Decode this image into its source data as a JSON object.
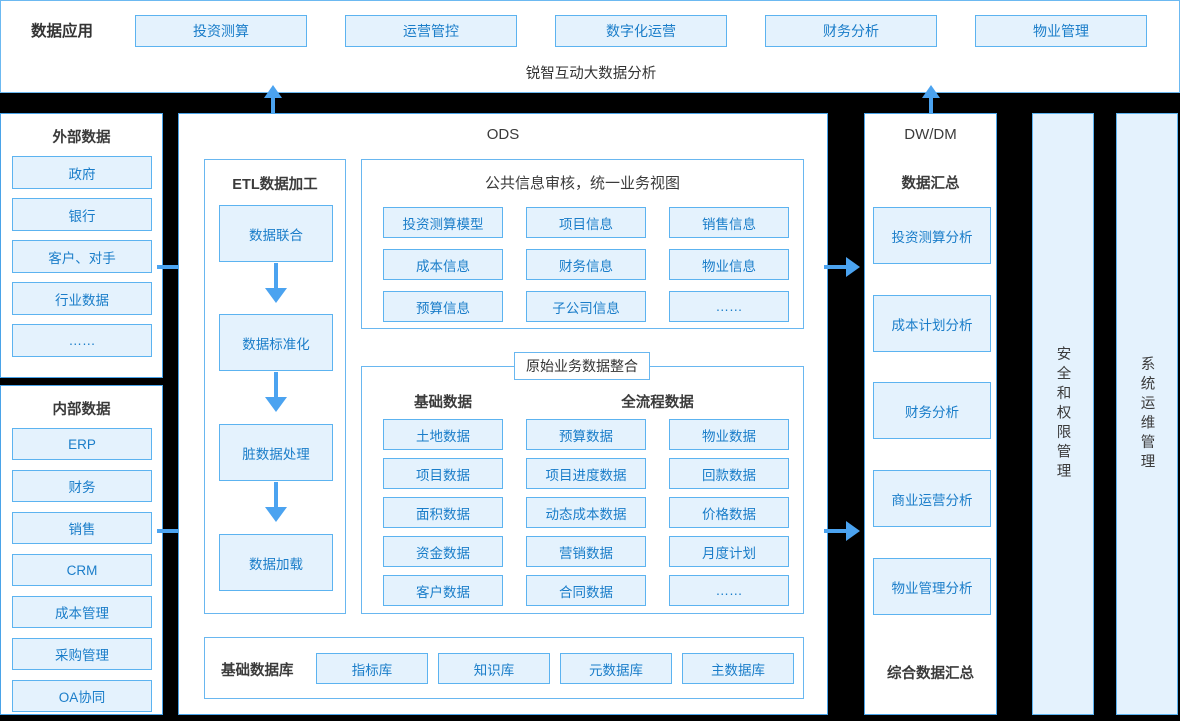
{
  "app_bar": {
    "label": "数据应用",
    "subtitle": "锐智互动大数据分析",
    "tabs": [
      {
        "label": "投资测算"
      },
      {
        "label": "运营管控"
      },
      {
        "label": "数字化运营"
      },
      {
        "label": "财务分析"
      },
      {
        "label": "物业管理"
      }
    ]
  },
  "external_data": {
    "title": "外部数据",
    "items": [
      {
        "label": "政府"
      },
      {
        "label": "银行"
      },
      {
        "label": "客户、对手"
      },
      {
        "label": "行业数据"
      },
      {
        "label": "……"
      }
    ]
  },
  "internal_data": {
    "title": "内部数据",
    "items": [
      {
        "label": "ERP"
      },
      {
        "label": "财务"
      },
      {
        "label": "销售"
      },
      {
        "label": "CRM"
      },
      {
        "label": "成本管理"
      },
      {
        "label": "采购管理"
      },
      {
        "label": "OA协同"
      }
    ]
  },
  "ods": {
    "title": "ODS",
    "etl": {
      "title": "ETL数据加工",
      "steps": [
        {
          "label": "数据联合"
        },
        {
          "label": "数据标准化"
        },
        {
          "label": "脏数据处理"
        },
        {
          "label": "数据加载"
        }
      ]
    },
    "public_info": {
      "title": "公共信息审核，统一业务视图",
      "items": [
        {
          "label": "投资测算模型"
        },
        {
          "label": "项目信息"
        },
        {
          "label": "销售信息"
        },
        {
          "label": "成本信息"
        },
        {
          "label": "财务信息"
        },
        {
          "label": "物业信息"
        },
        {
          "label": "预算信息"
        },
        {
          "label": "子公司信息"
        },
        {
          "label": "……"
        }
      ]
    },
    "raw_integration": {
      "title": "原始业务数据整合",
      "basic": {
        "title": "基础数据",
        "items": [
          {
            "label": "土地数据"
          },
          {
            "label": "项目数据"
          },
          {
            "label": "面积数据"
          },
          {
            "label": "资金数据"
          },
          {
            "label": "客户数据"
          }
        ]
      },
      "fullprocess": {
        "title": "全流程数据",
        "col1": [
          {
            "label": "预算数据"
          },
          {
            "label": "项目进度数据"
          },
          {
            "label": "动态成本数据"
          },
          {
            "label": "营销数据"
          },
          {
            "label": "合同数据"
          }
        ],
        "col2": [
          {
            "label": "物业数据"
          },
          {
            "label": "回款数据"
          },
          {
            "label": "价格数据"
          },
          {
            "label": "月度计划"
          },
          {
            "label": "……"
          }
        ]
      }
    },
    "base_db": {
      "title": "基础数据库",
      "items": [
        {
          "label": "指标库"
        },
        {
          "label": "知识库"
        },
        {
          "label": "元数据库"
        },
        {
          "label": "主数据库"
        }
      ]
    }
  },
  "dwdm": {
    "title": "DW/DM",
    "subtitle": "数据汇总",
    "footer": "综合数据汇总",
    "items": [
      {
        "label": "投资测算分析"
      },
      {
        "label": "成本计划分析"
      },
      {
        "label": "财务分析"
      },
      {
        "label": "商业运营分析"
      },
      {
        "label": "物业管理分析"
      }
    ]
  },
  "side_columns": [
    {
      "label": "安全和权限管理"
    },
    {
      "label": "系统运维管理"
    }
  ],
  "colors": {
    "accent": "#4ba3f0",
    "box_fill": "#e4f2fd",
    "box_border": "#5cb3f0",
    "box_text": "#1a7dc9",
    "panel_border": "#4aa3e8",
    "background": "#000000"
  }
}
